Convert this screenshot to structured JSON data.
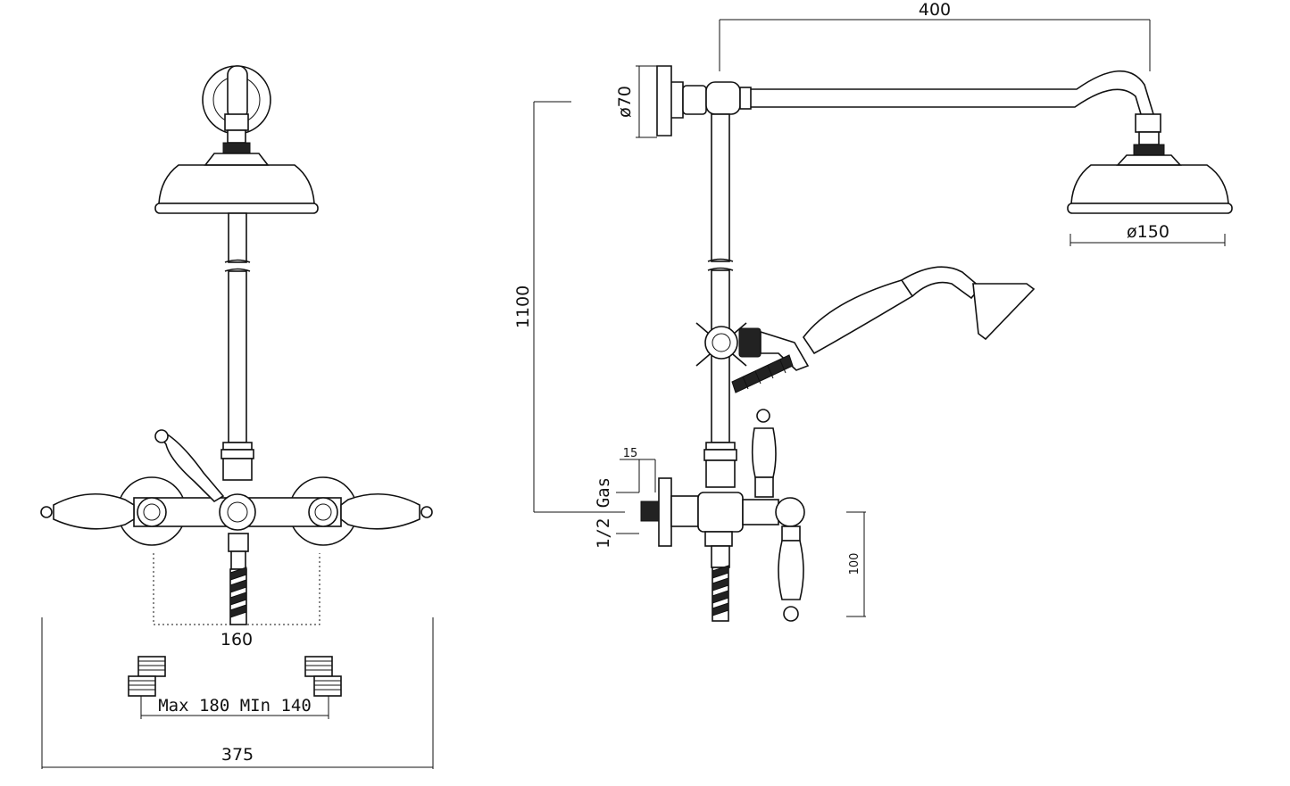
{
  "dimensions": {
    "arm_length": "400",
    "flange_diameter": "ø70",
    "head_diameter": "ø150",
    "riser_height": "1100",
    "inlet_depth": "15",
    "inlet_thread": "1/2 Gas",
    "outlet_drop": "100",
    "center_spacing": "160",
    "overall_width": "375",
    "connector_range": "Max 180 MIn 140"
  },
  "colors": {
    "line": "#111111",
    "background": "#ffffff"
  }
}
